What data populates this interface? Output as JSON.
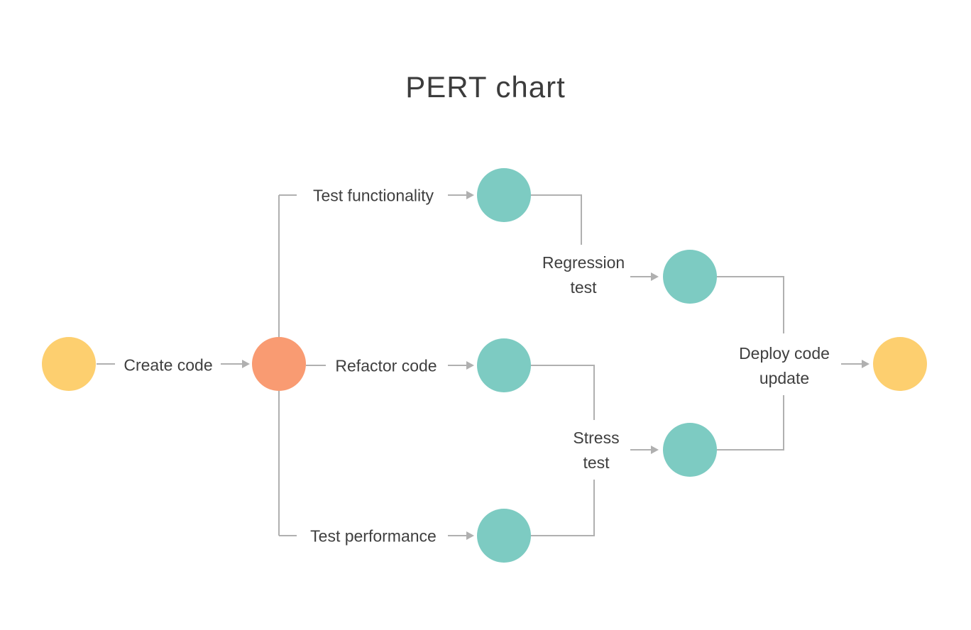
{
  "title": "PERT chart",
  "colors": {
    "start_end_node": "#fdcf6f",
    "milestone_node": "#f99b72",
    "task_node": "#7dcbc2",
    "connector_line": "#b0b0b0",
    "label_text": "#3f3f3f",
    "title_text": "#3c3c3c",
    "background": "#ffffff"
  },
  "labels": {
    "create_code": "Create code",
    "test_functionality": "Test functionality",
    "refactor_code": "Refactor code",
    "test_performance": "Test performance",
    "regression_test": "Regression test",
    "stress_test": "Stress test",
    "deploy_code_update": "Deploy code update"
  },
  "nodes": [
    {
      "id": "start",
      "type": "start-end",
      "color": "#fdcf6f"
    },
    {
      "id": "create-code",
      "type": "milestone",
      "color": "#f99b72"
    },
    {
      "id": "test-functionality",
      "type": "task",
      "color": "#7dcbc2"
    },
    {
      "id": "refactor-code",
      "type": "task",
      "color": "#7dcbc2"
    },
    {
      "id": "test-performance",
      "type": "task",
      "color": "#7dcbc2"
    },
    {
      "id": "regression-test",
      "type": "task",
      "color": "#7dcbc2"
    },
    {
      "id": "stress-test",
      "type": "task",
      "color": "#7dcbc2"
    },
    {
      "id": "end",
      "type": "start-end",
      "color": "#fdcf6f"
    }
  ],
  "edges": [
    {
      "from": "start",
      "to": "create-code",
      "label": "Create code"
    },
    {
      "from": "create-code",
      "to": "test-functionality",
      "label": "Test functionality"
    },
    {
      "from": "create-code",
      "to": "refactor-code",
      "label": "Refactor code"
    },
    {
      "from": "create-code",
      "to": "test-performance",
      "label": "Test performance"
    },
    {
      "from": "test-functionality",
      "to": "regression-test",
      "label": "Regression test"
    },
    {
      "from": "refactor-code",
      "to": "stress-test",
      "label": "Stress test"
    },
    {
      "from": "test-performance",
      "to": "stress-test",
      "label": "Stress test"
    },
    {
      "from": "regression-test",
      "to": "end",
      "label": "Deploy code update"
    },
    {
      "from": "stress-test",
      "to": "end",
      "label": "Deploy code update"
    }
  ]
}
